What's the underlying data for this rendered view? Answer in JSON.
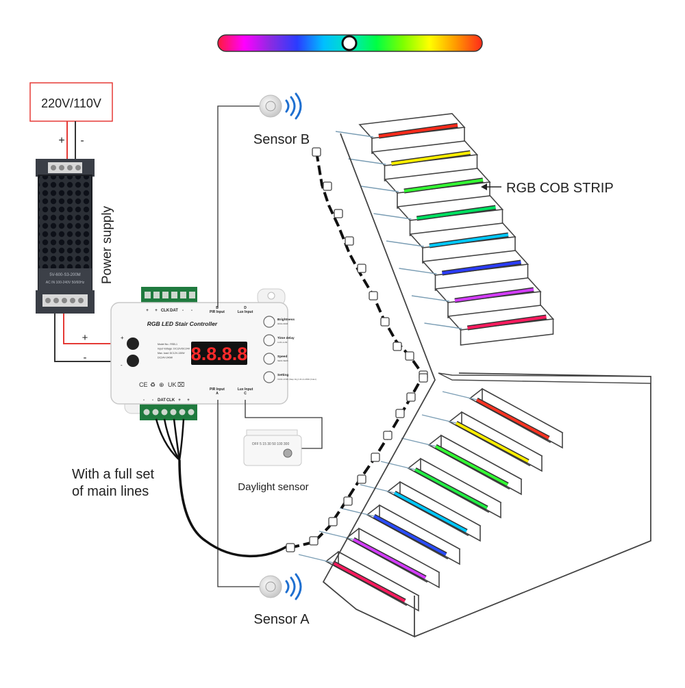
{
  "color_bar": {
    "colors": [
      "#ff1a3c",
      "#ff00ff",
      "#8a2be2",
      "#2a3cff",
      "#00bfff",
      "#00e5c0",
      "#00ff44",
      "#7dff00",
      "#ffff00",
      "#ff9900",
      "#ff2a1a"
    ]
  },
  "power": {
    "voltage_label": "220V/110V",
    "plus": "+",
    "minus": "-",
    "supply_label": "Power supply",
    "case_text_1": "5V-600-S3-200M",
    "case_text_2": "AC IN 100-240V 50/60Hz"
  },
  "controller": {
    "title": "RGB LED Stair Controller",
    "top_terminals": [
      "+",
      "+",
      "CLK",
      "DAT",
      "-",
      "-"
    ],
    "bottom_terminals": [
      "-",
      "-",
      "DAT",
      "CLK",
      "+",
      "+"
    ],
    "display": "8.8.8.8",
    "info": [
      "Model No.: RSB-1",
      "Input Voltage: DC12V/DC24V",
      "Max. load: DC12V-130W",
      "DC24V-240W"
    ],
    "port_pir_b": [
      "B",
      "PIR Input"
    ],
    "port_lux_d": [
      "D",
      "Lux Input"
    ],
    "port_pir_a": [
      "PIR Input",
      "A"
    ],
    "port_lux_c": [
      "Lux Input",
      "C"
    ],
    "buttons": [
      {
        "label": "Brightness",
        "sub": "0D01-0D06"
      },
      {
        "label": "Time delay",
        "sub": "LL01-LL99"
      },
      {
        "label": "Speed",
        "sub": "SE01-SE06"
      },
      {
        "label": "Setting",
        "sub": "VC01-VC99 (Step 1by) UF-A-UF99 (Color)"
      }
    ],
    "plus": "+",
    "minus": "-"
  },
  "sensor_b": {
    "label": "Sensor B"
  },
  "sensor_a": {
    "label": "Sensor A"
  },
  "daylight": {
    "label": "Daylight sensor",
    "scale": "OFF 5 15 30 50 100 300"
  },
  "strip_label": "RGB COB STRIP",
  "main_lines_label": [
    "With a full set",
    "of main lines"
  ],
  "stairs": {
    "upper_colors": [
      "#ff2a1a",
      "#ffee00",
      "#33ff33",
      "#00e060",
      "#00c8ff",
      "#2a3cff",
      "#d43cff",
      "#ff1a5e"
    ],
    "lower_colors": [
      "#ff3322",
      "#ffee00",
      "#33ff33",
      "#22ee44",
      "#00c8ff",
      "#2a4cff",
      "#d43cff",
      "#ff1a5e"
    ]
  }
}
